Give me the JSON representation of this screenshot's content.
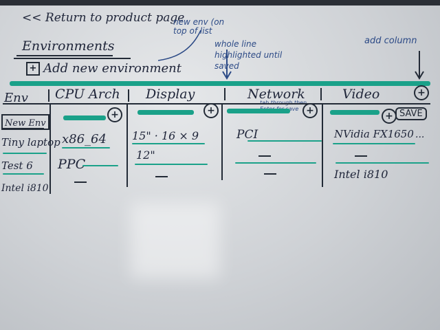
{
  "nav": {
    "back_link": "<< Return to product page"
  },
  "page_title": "Environments",
  "add_button": {
    "icon": "+",
    "label": "Add new environment"
  },
  "notes": {
    "new_env_top": "new env (on top of list",
    "whole_line": "whole line highlighted until saved",
    "add_column": "add column",
    "tab_through": "tab through then Enter for save"
  },
  "table": {
    "headers": [
      "Env",
      "CPU Arch",
      "Display",
      "Network",
      "Video"
    ],
    "add_column_icon": "+",
    "save_label": "SAVE",
    "envs": [
      "New Env",
      "Tiny laptop",
      "Test 6",
      "Intel i810"
    ],
    "cells": {
      "cpu": [
        "x86_64",
        "PPC"
      ],
      "display": [
        "15\" · 16 × 9",
        "12\""
      ],
      "network": [
        "PCI"
      ],
      "video": [
        "NVidia FX1650",
        "Intel i810"
      ]
    },
    "more_indicator": "..."
  }
}
